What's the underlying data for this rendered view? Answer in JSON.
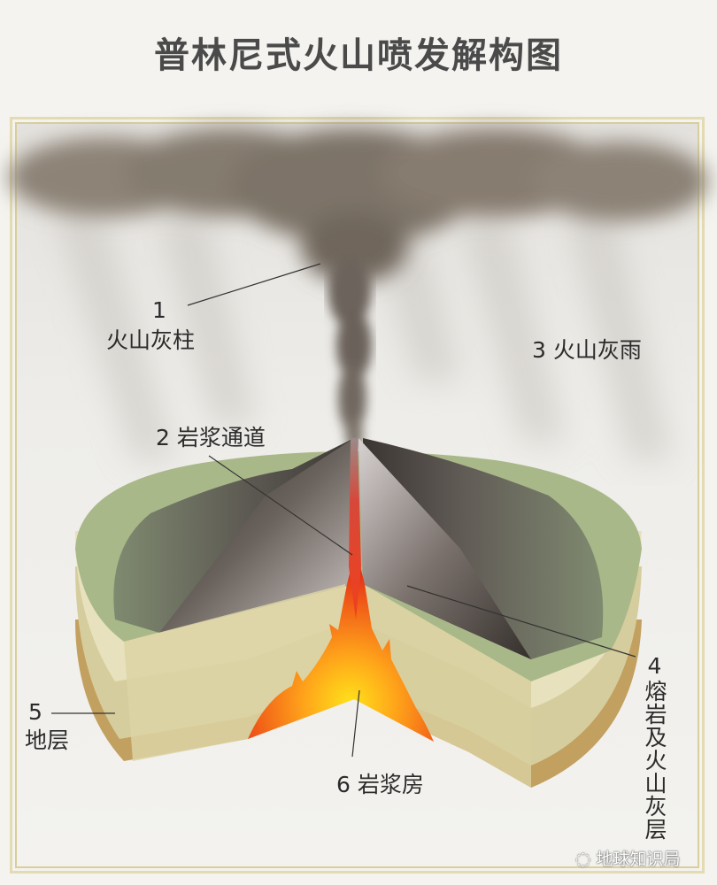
{
  "title": "普林尼式火山喷发解构图",
  "labels": {
    "ash_column": {
      "number": "1",
      "text": "火山灰柱"
    },
    "magma_conduit": {
      "number": "2",
      "text": "岩浆通道"
    },
    "ash_rain": {
      "number": "3",
      "text": "火山灰雨"
    },
    "lava_ash_layers": {
      "number": "4",
      "text": "熔岩及火山灰层"
    },
    "strata": {
      "number": "5",
      "text": "地层"
    },
    "magma_chamber": {
      "number": "6",
      "text": "岩浆房"
    }
  },
  "label_full": {
    "ash_rain": "3 火山灰雨",
    "magma_conduit": "2 岩浆通道",
    "magma_chamber": "6 岩浆房",
    "lava_ash_layers": "4熔岩及火山灰层"
  },
  "watermark": {
    "icon": "wechat-icon",
    "text": "地球知识局"
  },
  "colors": {
    "title": "#4a4a4a",
    "frame": "#e3dbb1",
    "ash_cloud": "#8a7f72",
    "grass": "#a8b888",
    "strata_light": "#e6e0b8",
    "strata_mid": "#d6cc9a",
    "strata_base": "#c2a060",
    "cone_dark": "#4a4540",
    "cone_light": "#c8c2c0",
    "magma_red": "#e8301a",
    "magma_yellow": "#ffd21a"
  }
}
